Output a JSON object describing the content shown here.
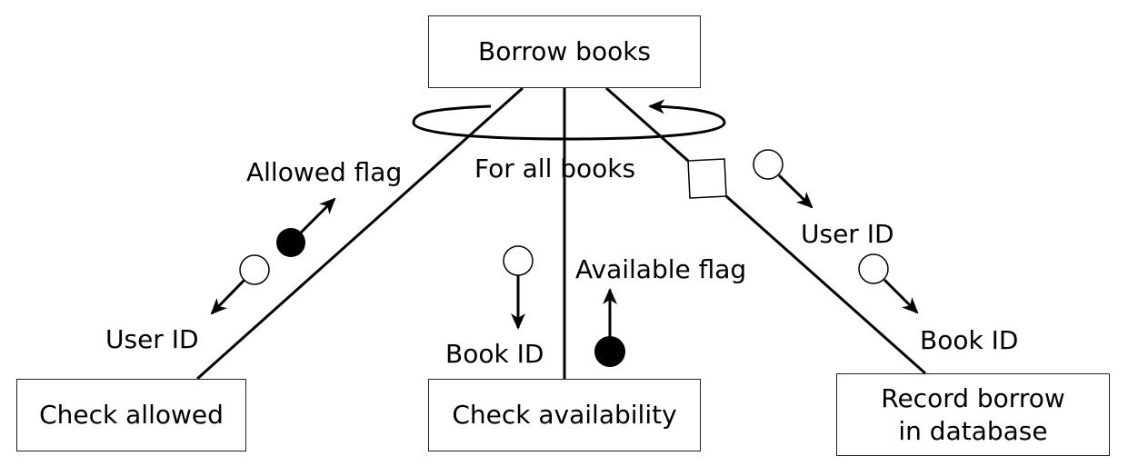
{
  "diagram": {
    "type": "structure-chart",
    "root": {
      "label": "Borrow books"
    },
    "loop_label": "For all books",
    "children": [
      {
        "label": "Check allowed"
      },
      {
        "label": "Check availability"
      },
      {
        "label_line1": "Record borrow",
        "label_line2": "in database",
        "conditional": true
      }
    ],
    "couples": [
      {
        "label": "Allowed flag",
        "kind": "control-flag",
        "direction": "up"
      },
      {
        "label": "User ID",
        "kind": "data",
        "direction": "down"
      },
      {
        "label": "Book ID",
        "kind": "data",
        "direction": "down"
      },
      {
        "label": "Available flag",
        "kind": "control-flag",
        "direction": "up"
      },
      {
        "label": "User ID",
        "kind": "data",
        "direction": "down"
      },
      {
        "label": "Book ID",
        "kind": "data",
        "direction": "down"
      }
    ]
  }
}
